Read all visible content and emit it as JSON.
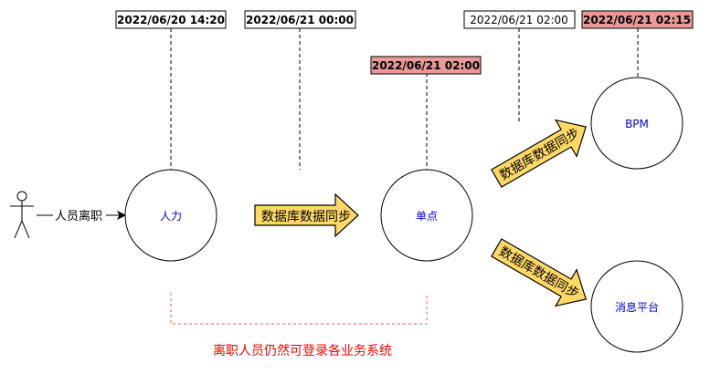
{
  "timestamps": {
    "hr": "2022/06/20 14:20",
    "sync1": "2022/06/21 00:00",
    "sso": "2022/06/21 02:00",
    "sync2": "2022/06/21 02:00",
    "bpm": "2022/06/21 02:15"
  },
  "actor": {
    "action": "人员离职"
  },
  "nodes": {
    "hr": "人力",
    "sso": "单点",
    "bpm": "BPM",
    "msg": "消息平台"
  },
  "arrows": {
    "sync_main": "数据库数据同步",
    "sync_up": "数据库数据同步",
    "sync_down": "数据库数据同步"
  },
  "footnote": "离职人员仍然可登录各业务系统",
  "colors": {
    "highlight_fill": "#ea9999",
    "arrow_fill": "#ffd966",
    "node_text": "#0000ee",
    "footnote_red": "#ff0000",
    "dashed_red": "#ff5555"
  }
}
